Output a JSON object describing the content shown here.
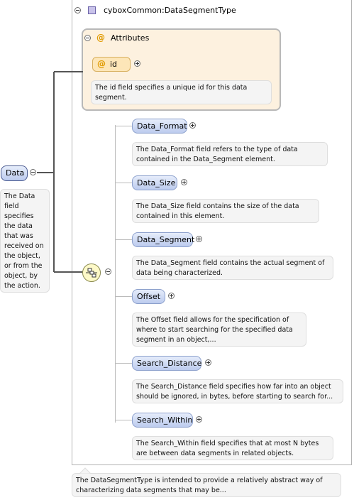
{
  "root": {
    "label": "Data",
    "doc": "The Data field specifies the data that was received on the object, or from the object, by the action."
  },
  "type": {
    "name": "cyboxCommon:DataSegmentType",
    "doc": "The DataSegmentType is intended to provide a relatively abstract way of characterizing data segments that may be..."
  },
  "attributes": {
    "title": "Attributes",
    "at_symbol": "@",
    "id": {
      "label": "id",
      "doc": "The id field specifies a unique id for this data segment."
    }
  },
  "elements": [
    {
      "label": "Data_Format",
      "doc": "The Data_Format field refers to the type of data contained in the Data_Segment element."
    },
    {
      "label": "Data_Size",
      "doc": "The Data_Size field contains the size of the data contained in this element."
    },
    {
      "label": "Data_Segment",
      "doc": "The Data_Segment field contains the actual segment of data being characterized."
    },
    {
      "label": "Offset",
      "doc": "The Offset field allows for the specification of where to start searching for the specified data segment in an object,..."
    },
    {
      "label": "Search_Distance",
      "doc": "The Search_Distance field specifies how far into an object should be ignored, in bytes, before starting to search for..."
    },
    {
      "label": "Search_Within",
      "doc": "The Search_Within field specifies that at most N bytes are between data segments in related objects."
    }
  ],
  "colors": {
    "element_fill": "#bccbee",
    "attributes_fill": "#fdf1df",
    "id_fill": "#fde6b8",
    "sequence_fill": "#fdf9c8",
    "type_icon": "#c9c3ea"
  }
}
